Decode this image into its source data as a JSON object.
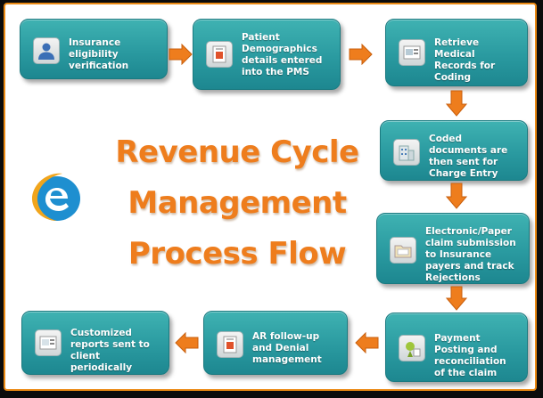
{
  "title": {
    "line1": "Revenue Cycle",
    "line2": "Management",
    "line3": "Process Flow"
  },
  "steps": [
    {
      "label": "Insurance eligibility verification",
      "icon": "user-icon"
    },
    {
      "label": "Patient Demographics details entered into the PMS",
      "icon": "document-icon"
    },
    {
      "label": "Retrieve Medical Records for Coding",
      "icon": "records-icon"
    },
    {
      "label": "Coded documents are then sent for Charge Entry",
      "icon": "building-icon"
    },
    {
      "label": "Electronic/Paper claim submission to Insurance payers and track Rejections",
      "icon": "folder-icon"
    },
    {
      "label": "Payment Posting and reconciliation of the claim",
      "icon": "payment-icon"
    },
    {
      "label": "AR follow-up and Denial management",
      "icon": "document-icon"
    },
    {
      "label": "Customized reports sent to client periodically",
      "icon": "report-icon"
    }
  ],
  "colors": {
    "box": "#2a9aa0",
    "arrow": "#ee7d1d",
    "title": "#ee7d1d",
    "frame": "#eb8a14"
  }
}
